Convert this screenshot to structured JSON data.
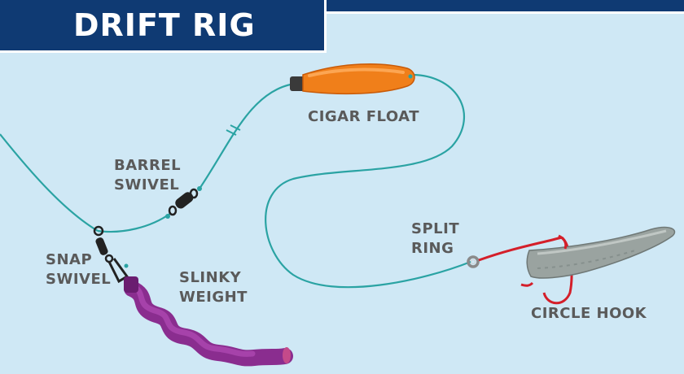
{
  "title": "DRIFT RIG",
  "colors": {
    "background": "#cfe8f5",
    "banner": "#0f3a73",
    "line": "#2aa3a3",
    "float": "#f07f1a",
    "weight": "#8a2d8f",
    "hook": "#d41f2a",
    "label": "#5a5a5a"
  },
  "labels": {
    "barrel_swivel": [
      "BARREL",
      "SWIVEL"
    ],
    "cigar_float": "CIGAR FLOAT",
    "snap_swivel": [
      "SNAP",
      "SWIVEL"
    ],
    "slinky_weight": [
      "SLINKY",
      "WEIGHT"
    ],
    "split_ring": [
      "SPLIT",
      "RING"
    ],
    "circle_hook": "CIRCLE HOOK"
  }
}
